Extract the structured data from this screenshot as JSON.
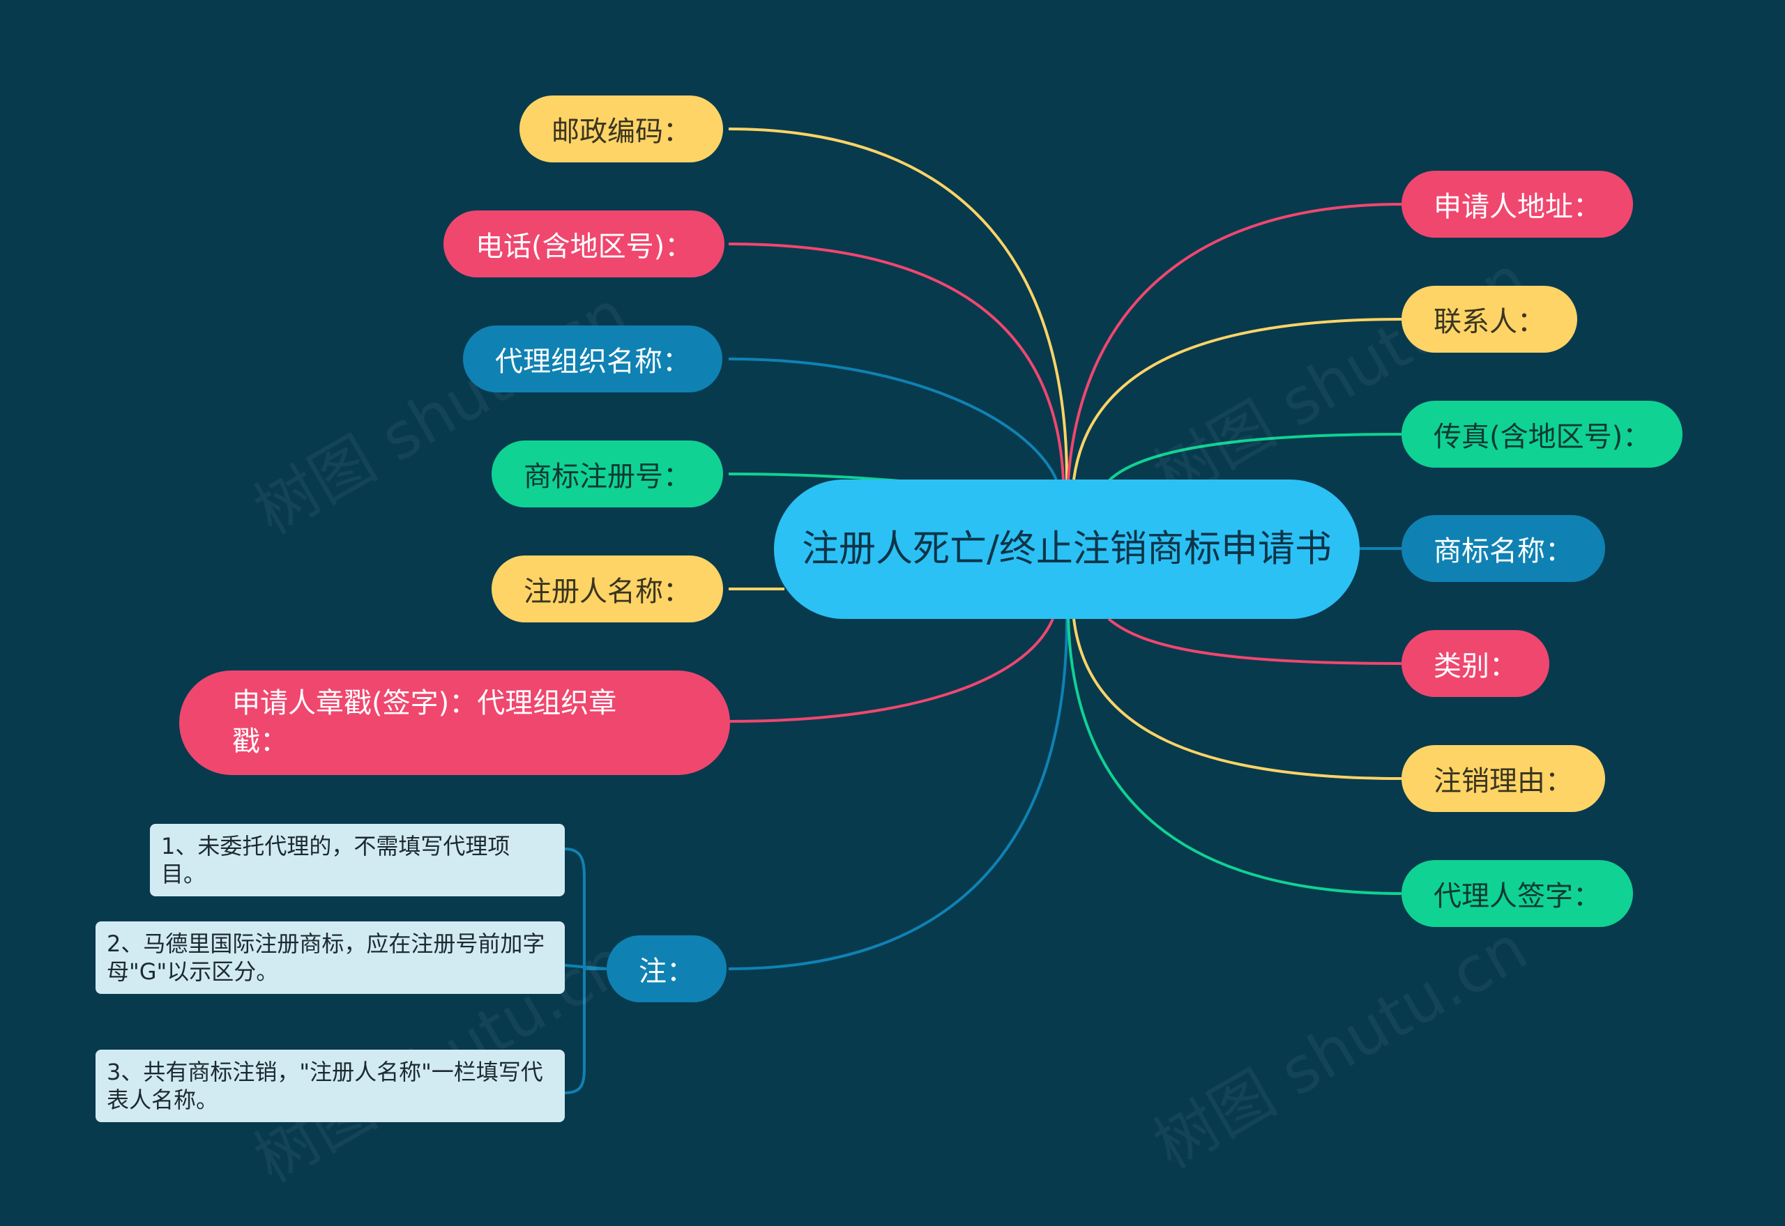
{
  "central": {
    "text": "注册人死亡/终止注销商标申请书",
    "color": "#2bc1f5"
  },
  "left_branches": [
    {
      "label": "邮政编码：",
      "color": "#fed466"
    },
    {
      "label": "电话(含地区号)：",
      "color": "#f0476f"
    },
    {
      "label": "代理组织名称：",
      "color": "#0f82b3"
    },
    {
      "label": "商标注册号：",
      "color": "#10d293"
    },
    {
      "label": "注册人名称：",
      "color": "#fed466"
    },
    {
      "label": "申请人章戳(签字)：代理组织章戳：",
      "color": "#f0476f"
    },
    {
      "label": "注：",
      "color": "#0f82b3"
    }
  ],
  "right_branches": [
    {
      "label": "申请人地址：",
      "color": "#f0476f"
    },
    {
      "label": "联系人：",
      "color": "#fed466"
    },
    {
      "label": "传真(含地区号)：",
      "color": "#10d293"
    },
    {
      "label": "商标名称：",
      "color": "#0f82b3"
    },
    {
      "label": "类别：",
      "color": "#f0476f"
    },
    {
      "label": "注销理由：",
      "color": "#fed466"
    },
    {
      "label": "代理人签字：",
      "color": "#10d293"
    }
  ],
  "notes": [
    {
      "text": "1、未委托代理的，不需填写代理项目。"
    },
    {
      "text": "2、马德里国际注册商标，应在注册号前加字母\"G\"以示区分。"
    },
    {
      "text": "3、共有商标注销，\"注册人名称\"一栏填写代表人名称。"
    }
  ],
  "background_color": "#083a4e",
  "watermark": "树图 shutu.cn"
}
